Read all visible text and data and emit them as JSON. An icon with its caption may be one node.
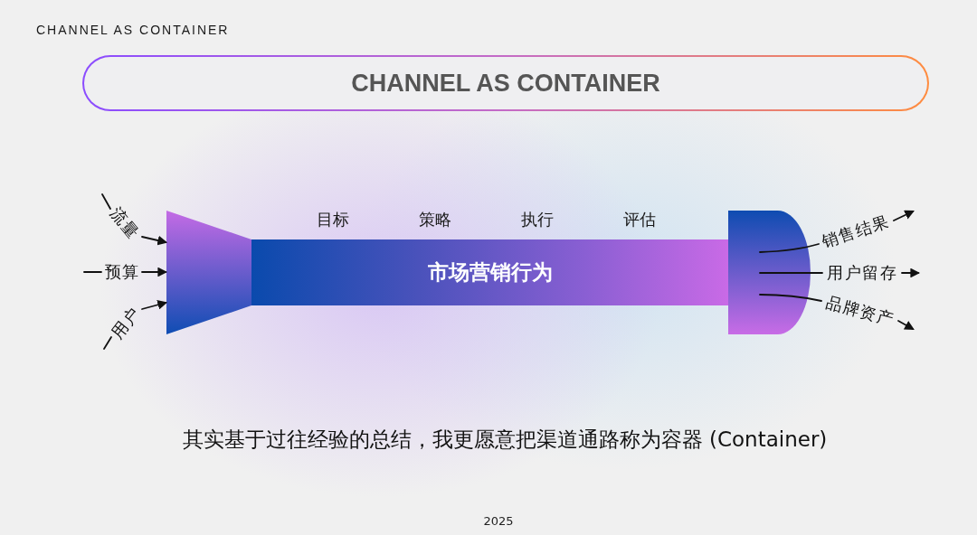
{
  "diagram": {
    "title": "CHANNEL AS CONTAINER",
    "caption": "其实基于过往经验的总结，我更愿意把渠道通路称为容器 (Container)",
    "nodes": [
      {
        "text": [
          "CHANNEL AS CONTAINER"
        ]
      },
      {
        "text": [],
        "shape": "trapezoid"
      },
      {
        "text": [
          "市场营销行为"
        ],
        "beside": [
          "目标",
          "策略",
          "执行",
          "评估"
        ]
      },
      {
        "text": [],
        "shape": "semicircle"
      }
    ],
    "edges": [
      {
        "from": null,
        "to": 1,
        "arrow": "to",
        "label": "流量"
      },
      {
        "from": null,
        "to": 1,
        "arrow": "to",
        "label": "预算"
      },
      {
        "from": null,
        "to": 1,
        "arrow": "to",
        "label": "用户"
      },
      {
        "from": 3,
        "to": null,
        "arrow": "to",
        "label": "销售结果"
      },
      {
        "from": 3,
        "to": null,
        "arrow": "to",
        "label": "用户留存"
      },
      {
        "from": 3,
        "to": null,
        "arrow": "to",
        "label": "品牌资产"
      }
    ],
    "labels": [
      "2025"
    ]
  }
}
